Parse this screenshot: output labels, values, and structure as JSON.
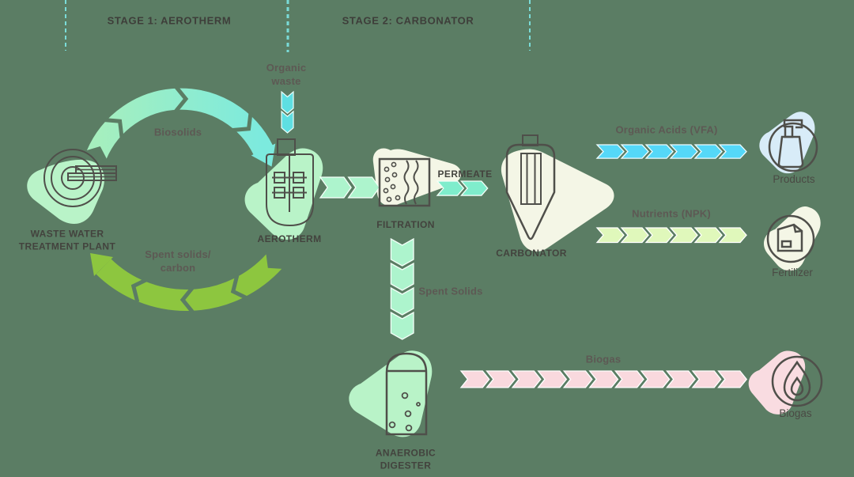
{
  "colors": {
    "background": "#5b7d64",
    "mint_blob": "#b9f3c8",
    "cream_blob": "#f4f6e6",
    "blue_blob": "#d8ecf8",
    "pink_blob": "#f9dce1",
    "arc_gradient_start": "#a6efbe",
    "arc_gradient_end": "#7ceade",
    "lime_arc": "#8dc63f",
    "mint_arrow": "#adf4cd",
    "teal_arrow": "#7fedcc",
    "cyan_arrow": "#55d8f8",
    "pale_green_arrow": "#e0f8bb",
    "pink_arrow": "#f9d9de",
    "organic_waste_arrow": "#5edfe2",
    "dashed_line": "#7adcd8"
  },
  "stage_headers": {
    "stage1": "STAGE 1: AEROTHERM",
    "stage2": "STAGE 2: CARBONATOR"
  },
  "nodes": {
    "wwtp": "WASTE WATER\nTREATMENT PLANT",
    "aerotherm": "AEROTHERM",
    "filtration": "FILTRATION",
    "carbonator": "CARBONATOR",
    "anaerobic_digester": "ANAEROBIC\nDIGESTER",
    "products": "Products",
    "fertilizer": "Fertilizer",
    "biogas": "Biogas"
  },
  "flows": {
    "biosolids": "Biosolids",
    "spent_solids_carbon": "Spent solids/\ncarbon",
    "organic_waste": "Organic\nwaste",
    "permeate": "PERMEATE",
    "organic_acids": "Organic Acids (VFA)",
    "nutrients": "Nutrients (NPK)",
    "spent_solids": "Spent Solids",
    "biogas": "Biogas"
  },
  "icons": {
    "wwtp": "clarifier-tank-icon",
    "aerotherm": "mixer-tank-icon",
    "filtration": "membrane-filter-icon",
    "carbonator": "column-vessel-icon",
    "anaerobic_digester": "digester-tank-icon",
    "products": "spray-bottle-icon",
    "fertilizer": "fertilizer-bag-icon",
    "biogas": "flame-icon"
  }
}
